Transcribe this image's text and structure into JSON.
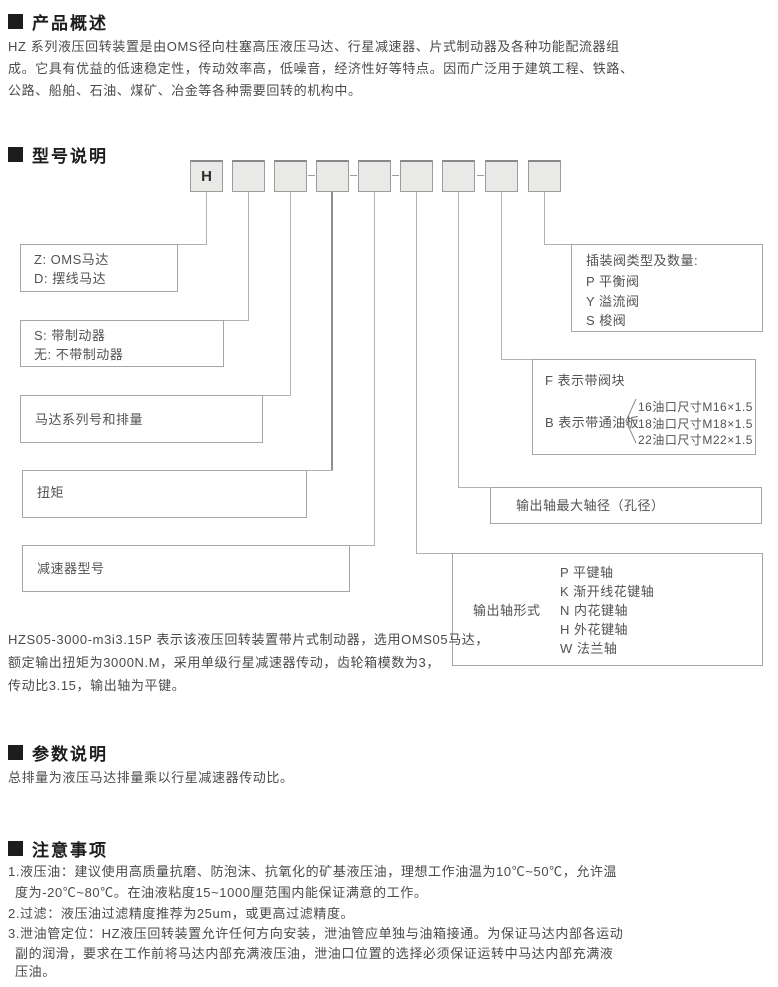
{
  "colors": {
    "heading_text": "#1d1d1d",
    "body_text": "#4a4a4a",
    "code_box_fill": "#e9e9e7",
    "code_box_border": "#9c9c9a",
    "leader_line": "#b2b2b0",
    "label_box_border": "#a6a6a4"
  },
  "icons": {
    "section_marker": "black-square"
  },
  "overview": {
    "title": "产品概述",
    "lines": [
      "HZ 系列液压回转装置是由OMS径向柱塞高压液压马达、行星减速器、片式制动器及各种功能配流器组",
      "成。它具有优益的低速稳定性，传动效率高，低噪音，经济性好等特点。因而广泛用于建筑工程、铁路、",
      "公路、船舶、石油、煤矿、冶金等各种需要回转的机构中。"
    ]
  },
  "model": {
    "title": "型号说明",
    "code_boxes": [
      "H",
      "",
      "",
      "",
      "",
      "",
      "",
      "",
      ""
    ],
    "labels": {
      "motor_type": {
        "lines": [
          "Z: OMS马达",
          "D: 摆线马达"
        ]
      },
      "brake": {
        "lines": [
          "S: 带制动器",
          "无: 不带制动器"
        ]
      },
      "motor_series": {
        "text": "马达系列号和排量"
      },
      "torque": {
        "text": "扭矩"
      },
      "reducer": {
        "text": "减速器型号"
      },
      "shaft_form": {
        "label": "输出轴形式",
        "options": [
          "P 平键轴",
          "K 渐开线花键轴",
          "N 内花键轴",
          "H 外花键轴",
          "W 法兰轴"
        ]
      },
      "shaft_diameter": {
        "text": "输出轴最大轴径（孔径）"
      },
      "valve_block": {
        "f_text": "F 表示带阀块",
        "b_text": "B 表示带通油板",
        "port_sizes": [
          "16油口尺寸M16×1.5",
          "18油口尺寸M18×1.5",
          "22油口尺寸M22×1.5"
        ]
      },
      "cartridge_valve": {
        "lines": [
          "插装阀类型及数量:",
          "P 平衡阀",
          "Y 溢流阀",
          "S 梭阀"
        ]
      }
    },
    "example_lines": [
      "HZS05-3000-m3i3.15P 表示该液压回转装置带片式制动器，选用OMS05马达，",
      "额定输出扭矩为3000N.M，采用单级行星减速器传动，齿轮箱模数为3，",
      "传动比3.15，输出轴为平键。"
    ]
  },
  "params": {
    "title": "参数说明",
    "body": "总排量为液压马达排量乘以行星减速器传动比。"
  },
  "notes": {
    "title": "注意事项",
    "lines": [
      "1.液压油：建议使用高质量抗磨、防泡沫、抗氧化的矿基液压油，理想工作油温为10℃~50℃，允许温",
      "度为-20℃~80℃。在油液粘度15~1000厘范围内能保证满意的工作。",
      "2.过滤：液压油过滤精度推荐为25um，或更高过滤精度。",
      "3.泄油管定位：HZ液压回转装置允许任何方向安装，泄油管应单独与油箱接通。为保证马达内部各运动",
      "副的润滑，要求在工作前将马达内部充满液压油，泄油口位置的选择必须保证运转中马达内部充满液",
      "压油。"
    ]
  }
}
